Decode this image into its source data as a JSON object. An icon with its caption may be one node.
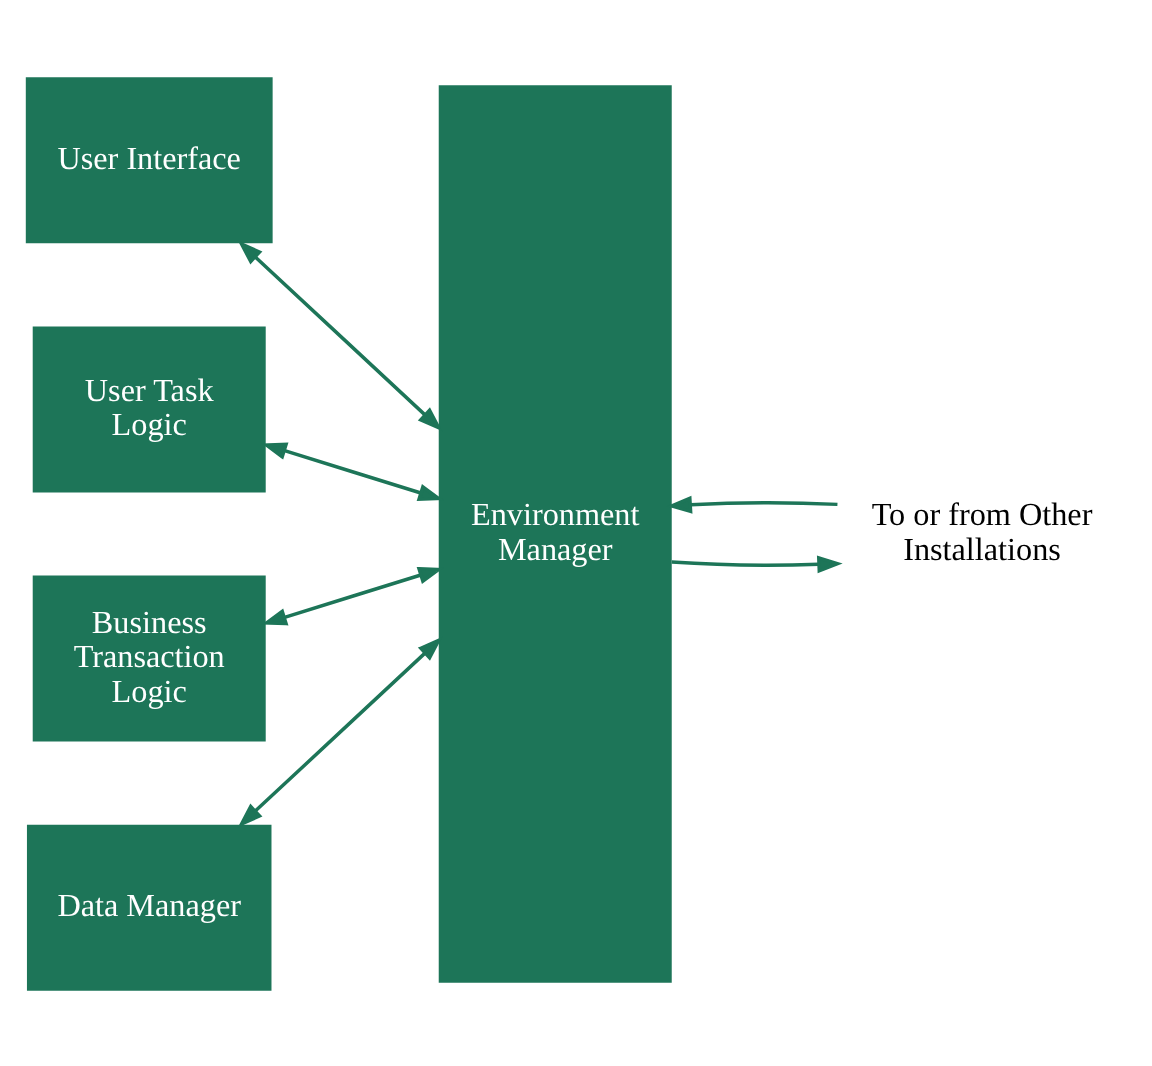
{
  "diagram": {
    "nodes": [
      {
        "text": [
          "User Interface"
        ]
      },
      {
        "text": [
          "User Task Logic"
        ]
      },
      {
        "text": [
          "Business Transaction Logic"
        ]
      },
      {
        "text": [
          "Data Manager"
        ]
      },
      {
        "text": [
          "Environment Manager"
        ]
      },
      {
        "text": [
          "To or from Other Installations"
        ]
      }
    ],
    "edges": [
      {
        "from": 0,
        "to": 4,
        "arrow": "both"
      },
      {
        "from": 1,
        "to": 4,
        "arrow": "both"
      },
      {
        "from": 2,
        "to": 4,
        "arrow": "both"
      },
      {
        "from": 3,
        "to": 4,
        "arrow": "both"
      },
      {
        "from": 4,
        "to": 5,
        "arrow": "to"
      },
      {
        "from": 5,
        "to": 4,
        "arrow": "to"
      }
    ]
  }
}
